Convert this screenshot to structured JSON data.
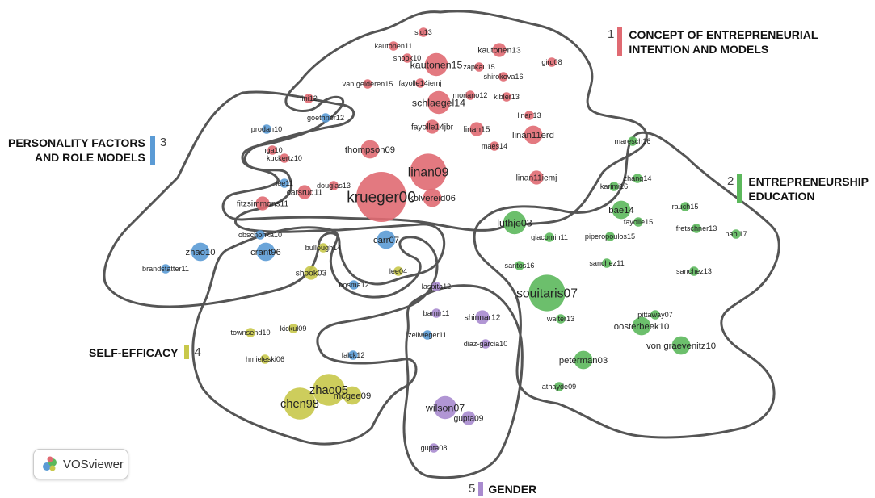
{
  "colors": {
    "c1": "#e06a72",
    "c2": "#5cb85c",
    "c3": "#5b9bd5",
    "c4": "#c8c84a",
    "c5": "#a98bcf",
    "outline": "#555555"
  },
  "clusters": [
    {
      "num": "1",
      "title_line1": "CONCEPT OF ENTREPRENEURIAL",
      "title_line2": "INTENTION AND MODELS",
      "color": "#e06a72"
    },
    {
      "num": "2",
      "title_line1": "ENTREPRENEURSHIP",
      "title_line2": "EDUCATION",
      "color": "#5cb85c"
    },
    {
      "num": "3",
      "title_line1": "PERSONALITY FACTORS",
      "title_line2": "AND ROLE MODELS",
      "color": "#5b9bd5"
    },
    {
      "num": "4",
      "title_line1": "SELF-EFFICACY",
      "title_line2": "",
      "color": "#c8c84a"
    },
    {
      "num": "5",
      "title_line1": "GENDER",
      "title_line2": "",
      "color": "#a98bcf"
    }
  ],
  "badge": {
    "label": "VOSviewer",
    "icon": "vosviewer-logo-icon"
  },
  "nodes": [
    {
      "label": "siu13",
      "cluster": 1,
      "w": 1
    },
    {
      "label": "kautonen11",
      "cluster": 1,
      "w": 1
    },
    {
      "label": "kautonen13",
      "cluster": 1,
      "w": 2
    },
    {
      "label": "shook10",
      "cluster": 1,
      "w": 1
    },
    {
      "label": "kautonen15",
      "cluster": 1,
      "w": 4
    },
    {
      "label": "zapkau15",
      "cluster": 1,
      "w": 1
    },
    {
      "label": "gird08",
      "cluster": 1,
      "w": 1
    },
    {
      "label": "shirokova16",
      "cluster": 1,
      "w": 1
    },
    {
      "label": "fayolle14iemj",
      "cluster": 1,
      "w": 1
    },
    {
      "label": "van gelderen15",
      "cluster": 1,
      "w": 1
    },
    {
      "label": "moriano12",
      "cluster": 1,
      "w": 1
    },
    {
      "label": "kibler13",
      "cluster": 1,
      "w": 1
    },
    {
      "label": "fini12",
      "cluster": 1,
      "w": 1
    },
    {
      "label": "schlaegel14",
      "cluster": 1,
      "w": 4
    },
    {
      "label": "linan13",
      "cluster": 1,
      "w": 1
    },
    {
      "label": "fayolle14jbr",
      "cluster": 1,
      "w": 2
    },
    {
      "label": "linan15",
      "cluster": 1,
      "w": 2
    },
    {
      "label": "linan11erd",
      "cluster": 1,
      "w": 3
    },
    {
      "label": "maes14",
      "cluster": 1,
      "w": 1
    },
    {
      "label": "nga10",
      "cluster": 1,
      "w": 1
    },
    {
      "label": "kuckertz10",
      "cluster": 1,
      "w": 1
    },
    {
      "label": "thompson09",
      "cluster": 1,
      "w": 3
    },
    {
      "label": "linan09",
      "cluster": 1,
      "w": 7
    },
    {
      "label": "linan11iemj",
      "cluster": 1,
      "w": 2
    },
    {
      "label": "douglas13",
      "cluster": 1,
      "w": 1
    },
    {
      "label": "carsrud11",
      "cluster": 1,
      "w": 2
    },
    {
      "label": "krueger00",
      "cluster": 1,
      "w": 10
    },
    {
      "label": "kolvereid06",
      "cluster": 1,
      "w": 3
    },
    {
      "label": "fitzsimmons11",
      "cluster": 1,
      "w": 2
    },
    {
      "label": "goethner12",
      "cluster": 3,
      "w": 1
    },
    {
      "label": "prodan10",
      "cluster": 3,
      "w": 1
    },
    {
      "label": "lee11",
      "cluster": 3,
      "w": 1
    },
    {
      "label": "obschonka10",
      "cluster": 3,
      "w": 1
    },
    {
      "label": "zhao10",
      "cluster": 3,
      "w": 3
    },
    {
      "label": "crant96",
      "cluster": 3,
      "w": 3
    },
    {
      "label": "carr07",
      "cluster": 3,
      "w": 3
    },
    {
      "label": "brandstatter11",
      "cluster": 3,
      "w": 1
    },
    {
      "label": "bosma12",
      "cluster": 3,
      "w": 1
    },
    {
      "label": "zellweger11",
      "cluster": 3,
      "w": 1
    },
    {
      "label": "falck12",
      "cluster": 3,
      "w": 1
    },
    {
      "label": "bullough14",
      "cluster": 4,
      "w": 1
    },
    {
      "label": "shook03",
      "cluster": 4,
      "w": 2
    },
    {
      "label": "lee04",
      "cluster": 4,
      "w": 1
    },
    {
      "label": "townsend10",
      "cluster": 4,
      "w": 1
    },
    {
      "label": "kickul09",
      "cluster": 4,
      "w": 1
    },
    {
      "label": "hmieleski06",
      "cluster": 4,
      "w": 1
    },
    {
      "label": "zhao05",
      "cluster": 4,
      "w": 6
    },
    {
      "label": "chen98",
      "cluster": 4,
      "w": 6
    },
    {
      "label": "mcgee09",
      "cluster": 4,
      "w": 3
    },
    {
      "label": "laspita12",
      "cluster": 5,
      "w": 1
    },
    {
      "label": "barnir11",
      "cluster": 5,
      "w": 1
    },
    {
      "label": "shinnar12",
      "cluster": 5,
      "w": 2
    },
    {
      "label": "diaz-garcia10",
      "cluster": 5,
      "w": 1
    },
    {
      "label": "wilson07",
      "cluster": 5,
      "w": 4
    },
    {
      "label": "gupta09",
      "cluster": 5,
      "w": 2
    },
    {
      "label": "gupta08",
      "cluster": 5,
      "w": 1
    },
    {
      "label": "maresch16",
      "cluster": 2,
      "w": 1
    },
    {
      "label": "zhang14",
      "cluster": 2,
      "w": 1
    },
    {
      "label": "karimi16",
      "cluster": 2,
      "w": 1
    },
    {
      "label": "bae14",
      "cluster": 2,
      "w": 3
    },
    {
      "label": "rauch15",
      "cluster": 2,
      "w": 1
    },
    {
      "label": "fayolle15",
      "cluster": 2,
      "w": 1
    },
    {
      "label": "luthje03",
      "cluster": 2,
      "w": 4
    },
    {
      "label": "giacomin11",
      "cluster": 2,
      "w": 1
    },
    {
      "label": "piperopoulos15",
      "cluster": 2,
      "w": 1
    },
    {
      "label": "fretschner13",
      "cluster": 2,
      "w": 1
    },
    {
      "label": "nabi17",
      "cluster": 2,
      "w": 1
    },
    {
      "label": "santos16",
      "cluster": 2,
      "w": 1
    },
    {
      "label": "sanchez11",
      "cluster": 2,
      "w": 1
    },
    {
      "label": "sanchez13",
      "cluster": 2,
      "w": 1
    },
    {
      "label": "souitaris07",
      "cluster": 2,
      "w": 7
    },
    {
      "label": "walter13",
      "cluster": 2,
      "w": 1
    },
    {
      "label": "pittaway07",
      "cluster": 2,
      "w": 1
    },
    {
      "label": "oosterbeek10",
      "cluster": 2,
      "w": 3
    },
    {
      "label": "von graevenitz10",
      "cluster": 2,
      "w": 3
    },
    {
      "label": "peterman03",
      "cluster": 2,
      "w": 3
    },
    {
      "label": "athayde09",
      "cluster": 2,
      "w": 1
    }
  ]
}
